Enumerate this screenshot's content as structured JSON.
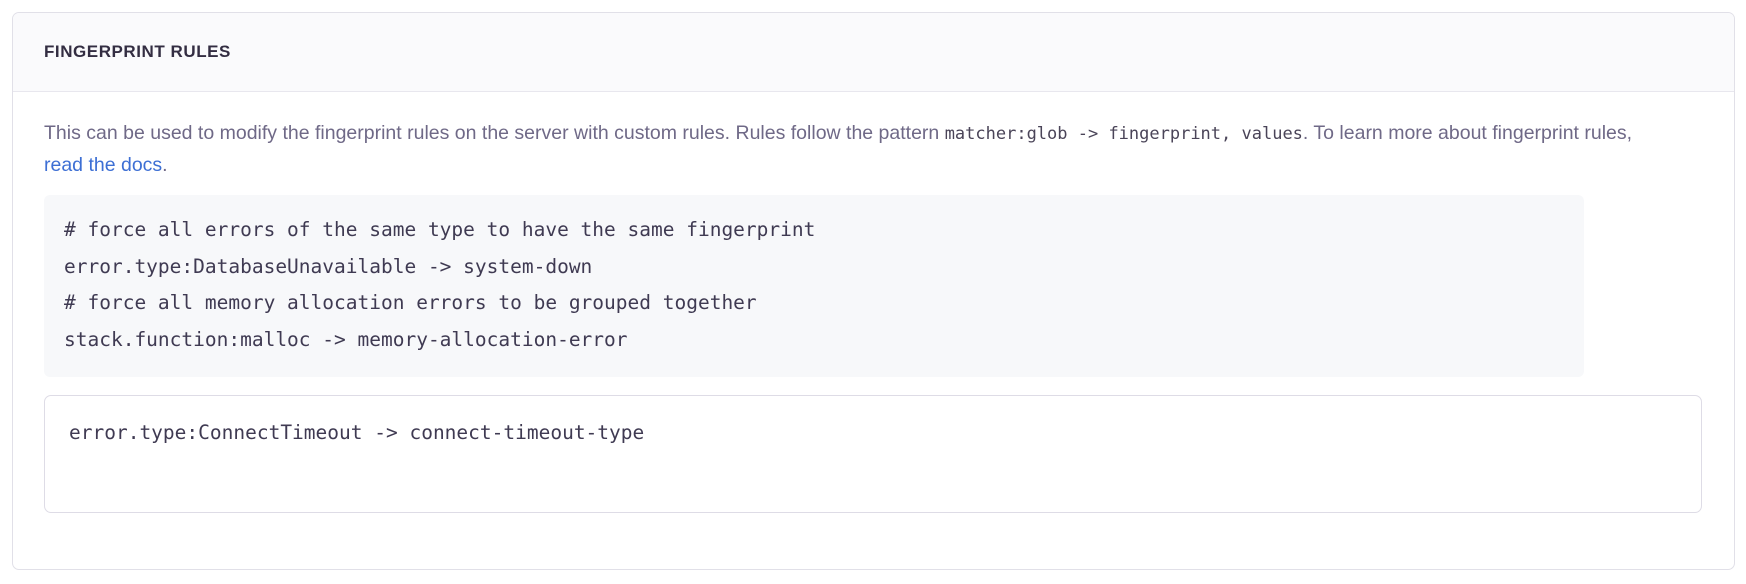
{
  "card": {
    "header_title": "FINGERPRINT RULES",
    "description": {
      "part1": "This can be used to modify the fingerprint rules on the server with custom rules. Rules follow the pattern ",
      "code1": "matcher:glob -> fingerprint, values",
      "part2": ". To learn more about fingerprint rules, ",
      "link_text": "read the docs",
      "part3": "."
    },
    "example_code": {
      "lines": [
        "# force all errors of the same type to have the same fingerprint",
        "error.type:DatabaseUnavailable -> system-down",
        "# force all memory allocation errors to be grouped together",
        "stack.function:malloc -> memory-allocation-error"
      ]
    },
    "rules_input": {
      "value": "error.type:ConnectTimeout -> connect-timeout-type",
      "placeholder": ""
    }
  },
  "colors": {
    "card_border": "#e1e0e8",
    "header_background": "#fafafc",
    "header_title": "#332d42",
    "description_text": "#6f6987",
    "inline_code_text": "#4a4458",
    "link": "#3d6fd4",
    "code_block_background": "#f7f8fa",
    "code_text": "#3f3a52",
    "input_border": "#dedce6",
    "page_background": "#ffffff"
  }
}
